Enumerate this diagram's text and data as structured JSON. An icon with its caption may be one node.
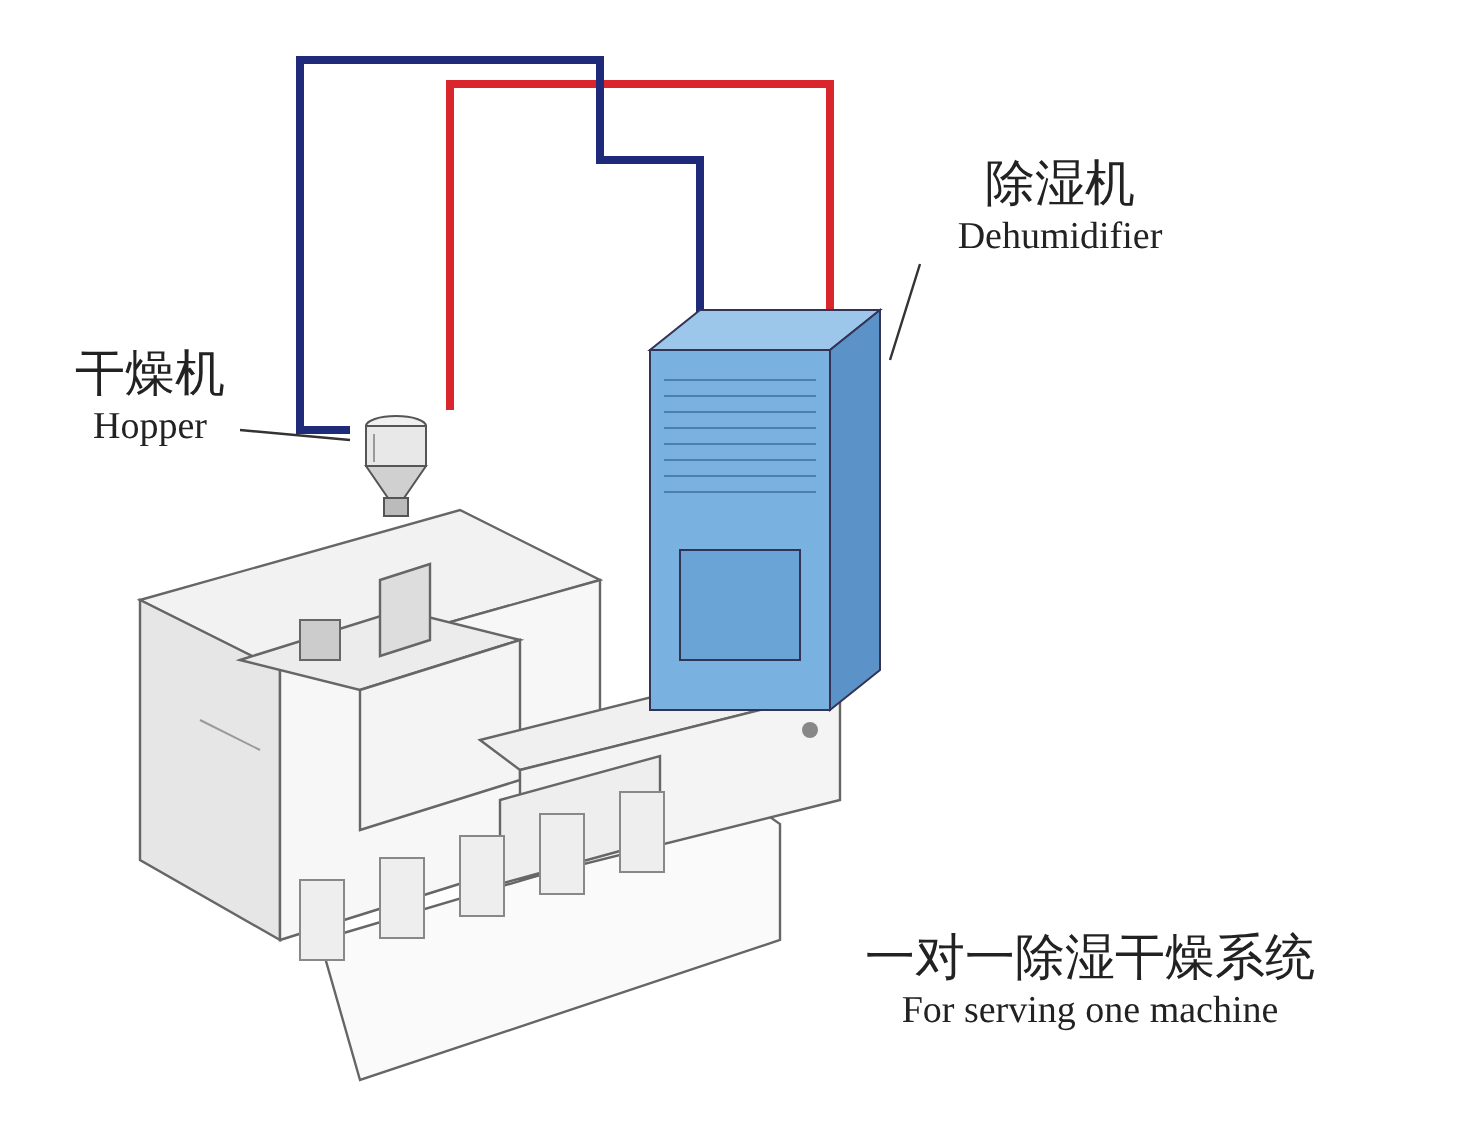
{
  "diagram": {
    "nodes": [
      {
        "text": [
          "除湿机",
          "Dehumidifier"
        ]
      },
      {
        "text": [],
        "shape": "picture"
      },
      {
        "text": [
          "干燥机",
          "Hopper"
        ]
      },
      {
        "text": [],
        "shape": "picture"
      }
    ],
    "edges": [
      {
        "from": 0,
        "to": 1,
        "arrow": "none"
      },
      {
        "from": 2,
        "to": 3,
        "arrow": "none"
      },
      {
        "from": 1,
        "to": 3,
        "arrow": "none",
        "style": "thick",
        "color": "#d9262c"
      },
      {
        "from": 1,
        "to": 3,
        "arrow": "none",
        "style": "thick",
        "color": "#1f2a7a"
      }
    ],
    "labels": [
      "一对一除湿干燥系统",
      "For serving one machine"
    ]
  }
}
